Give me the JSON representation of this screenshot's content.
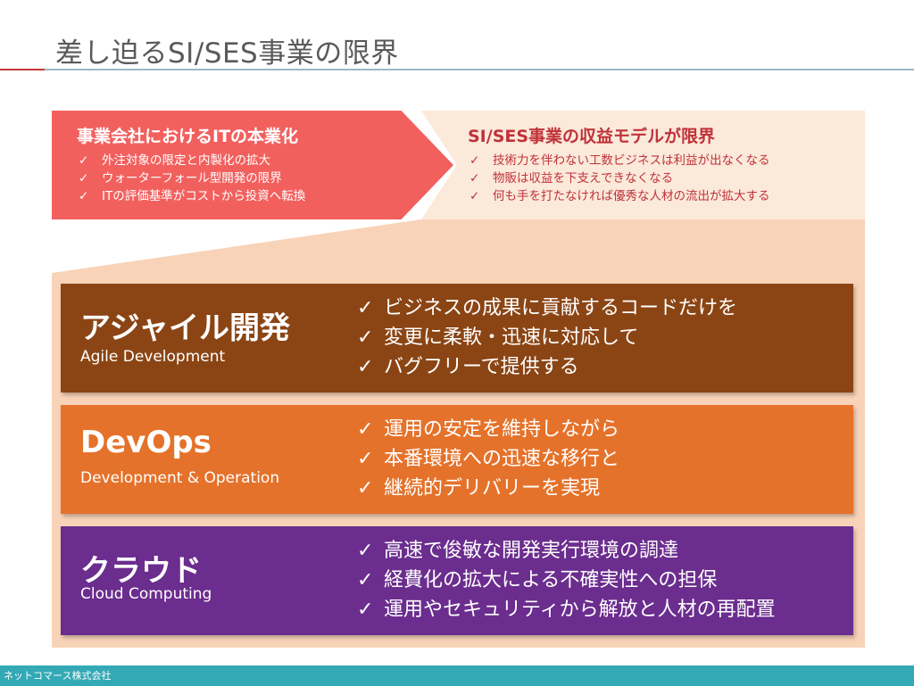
{
  "title": "差し迫るSI/SES事業の限界",
  "colors": {
    "accent_red": "#c8383b",
    "arrow_fill": "#f2605e",
    "result_fill": "#fbe9da",
    "funnel_fill": "#f9d3b8",
    "agile": "#8b4514",
    "devops": "#e5722a",
    "cloud": "#6b2d8e",
    "footer": "#33a9b6"
  },
  "cause": {
    "heading": "事業会社におけるITの本業化",
    "items": [
      "外注対象の限定と内製化の拡大",
      "ウォーターフォール型開発の限界",
      "ITの評価基準がコストから投資へ転換"
    ]
  },
  "effect": {
    "heading": "SI/SES事業の収益モデルが限界",
    "items": [
      "技術力を伴わない工数ビジネスは利益が出なくなる",
      "物販は収益を下支えできなくなる",
      "何も手を打たなければ優秀な人材の流出が拡大する"
    ]
  },
  "check_mark": "✓",
  "panels": [
    {
      "name": "アジャイル開発",
      "sub": "Agile Development",
      "items": [
        "ビジネスの成果に貢献するコードだけを",
        "変更に柔軟・迅速に対応して",
        "バグフリーで提供する"
      ]
    },
    {
      "name": "DevOps",
      "sub": "Development & Operation",
      "items": [
        "運用の安定を維持しながら",
        "本番環境への迅速な移行と",
        "継続的デリバリーを実現"
      ]
    },
    {
      "name": "クラウド",
      "sub": "Cloud Computing",
      "items": [
        "高速で俊敏な開発実行環境の調達",
        "経費化の拡大による不確実性への担保",
        "運用やセキュリティから解放と人材の再配置"
      ]
    }
  ],
  "footer": {
    "company": "ネットコマース株式会社"
  }
}
